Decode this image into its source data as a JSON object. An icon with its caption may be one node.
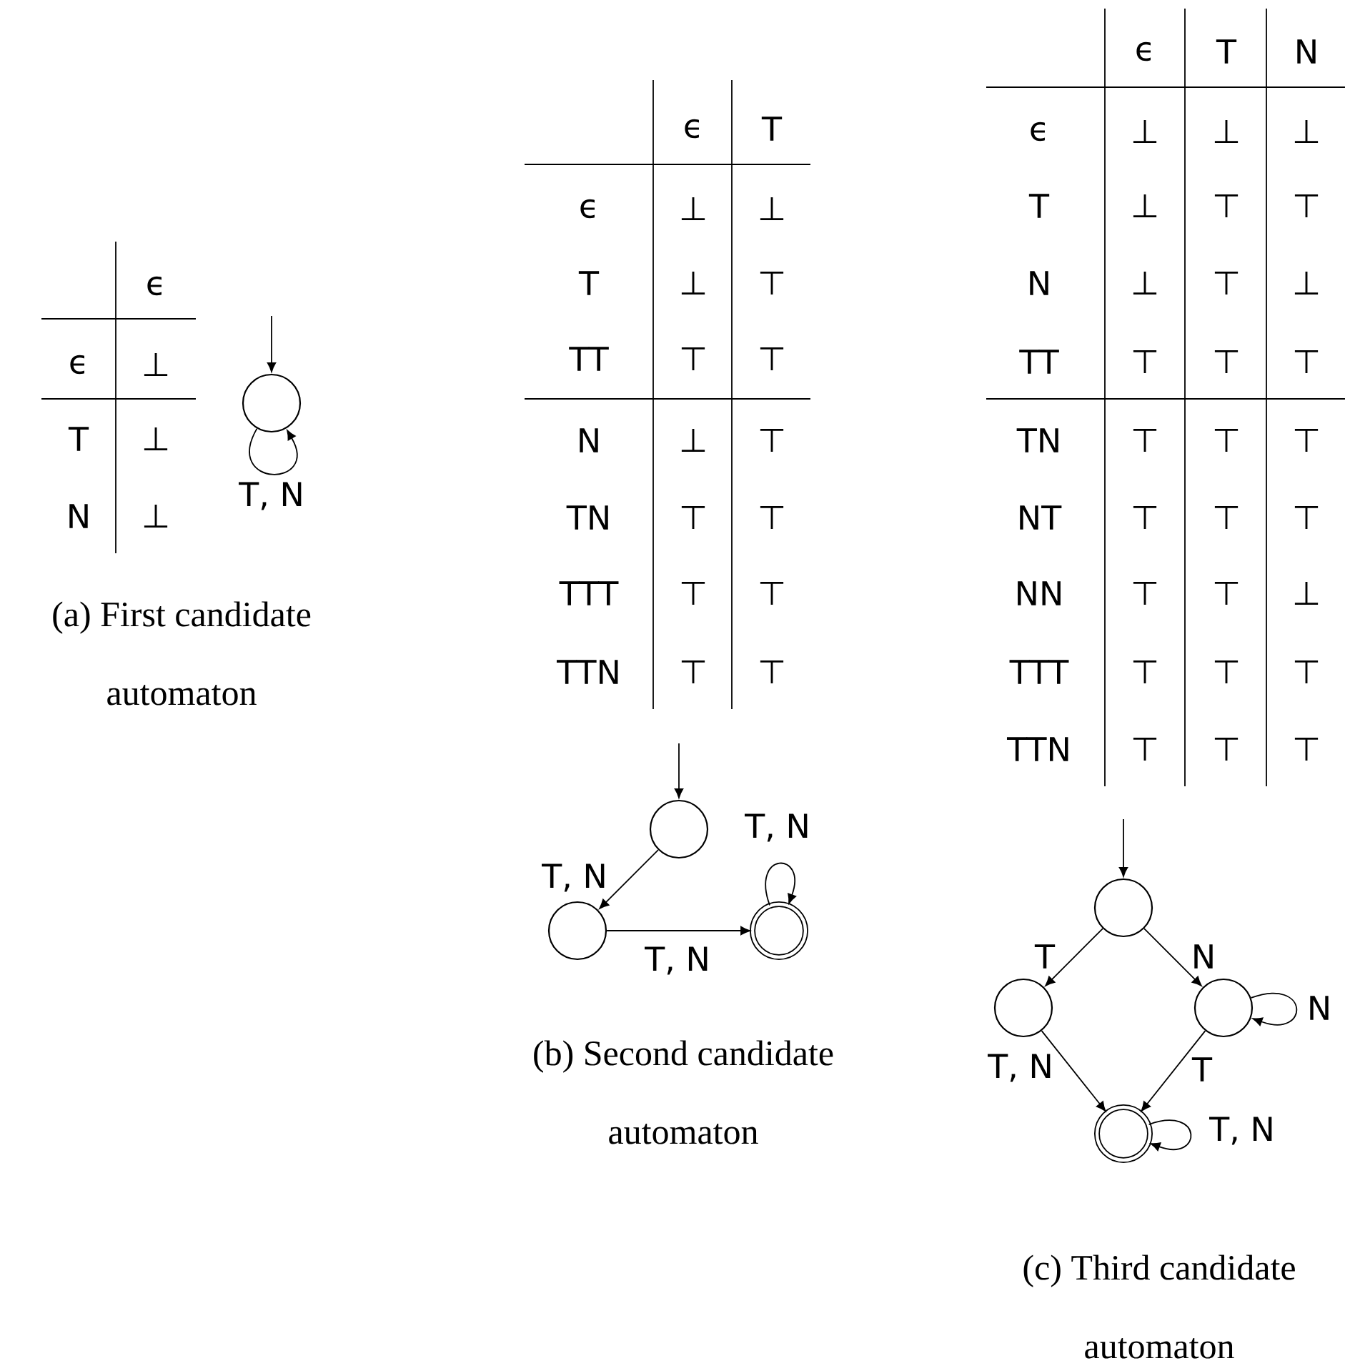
{
  "diagram": {
    "nodes": [
      {
        "text": [],
        "shape": "circle"
      },
      {
        "text": [],
        "shape": "circle"
      },
      {
        "text": [],
        "shape": "circle"
      },
      {
        "text": [],
        "shape": "doublecircle"
      },
      {
        "text": [],
        "shape": "circle"
      },
      {
        "text": [],
        "shape": "circle"
      },
      {
        "text": [],
        "shape": "circle"
      },
      {
        "text": [],
        "shape": "doublecircle"
      }
    ],
    "edges": [
      {
        "from": null,
        "to": 0,
        "arrow": "to"
      },
      {
        "from": 0,
        "to": 0,
        "arrow": "to",
        "label": "T, N"
      },
      {
        "from": null,
        "to": 1,
        "arrow": "to"
      },
      {
        "from": 1,
        "to": 2,
        "arrow": "to",
        "label": "T, N"
      },
      {
        "from": 2,
        "to": 3,
        "arrow": "to",
        "label": "T, N"
      },
      {
        "from": 3,
        "to": 3,
        "arrow": "to",
        "label": "T, N"
      },
      {
        "from": null,
        "to": 4,
        "arrow": "to"
      },
      {
        "from": 4,
        "to": 5,
        "arrow": "to",
        "label": "T"
      },
      {
        "from": 4,
        "to": 6,
        "arrow": "to",
        "label": "N"
      },
      {
        "from": 6,
        "to": 6,
        "arrow": "to",
        "label": "N"
      },
      {
        "from": 5,
        "to": 7,
        "arrow": "to",
        "label": "T, N"
      },
      {
        "from": 6,
        "to": 7,
        "arrow": "to",
        "label": "T"
      },
      {
        "from": 7,
        "to": 7,
        "arrow": "to",
        "label": "T, N"
      }
    ],
    "labels": [
      "ϵ",
      "ϵ",
      "⊥",
      "T",
      "⊥",
      "N",
      "⊥",
      "(a) First candidate automaton",
      "ϵ",
      "T",
      "ϵ",
      "⊥",
      "⊥",
      "T",
      "⊥",
      "⊤",
      "TT",
      "⊤",
      "⊤",
      "N",
      "⊥",
      "⊤",
      "TN",
      "⊤",
      "⊤",
      "TTT",
      "⊤",
      "⊤",
      "TTN",
      "⊤",
      "⊤",
      "(b) Second candidate automaton",
      "ϵ",
      "T",
      "N",
      "ϵ",
      "⊥",
      "⊥",
      "⊥",
      "T",
      "⊥",
      "⊤",
      "⊤",
      "N",
      "⊥",
      "⊤",
      "⊥",
      "TT",
      "⊤",
      "⊤",
      "⊤",
      "TN",
      "⊤",
      "⊤",
      "⊤",
      "NT",
      "⊤",
      "⊤",
      "⊤",
      "NN",
      "⊤",
      "⊤",
      "⊥",
      "TTT",
      "⊤",
      "⊤",
      "⊤",
      "TTN",
      "⊤",
      "⊤",
      "⊤",
      "(c) Third candidate automaton"
    ]
  }
}
